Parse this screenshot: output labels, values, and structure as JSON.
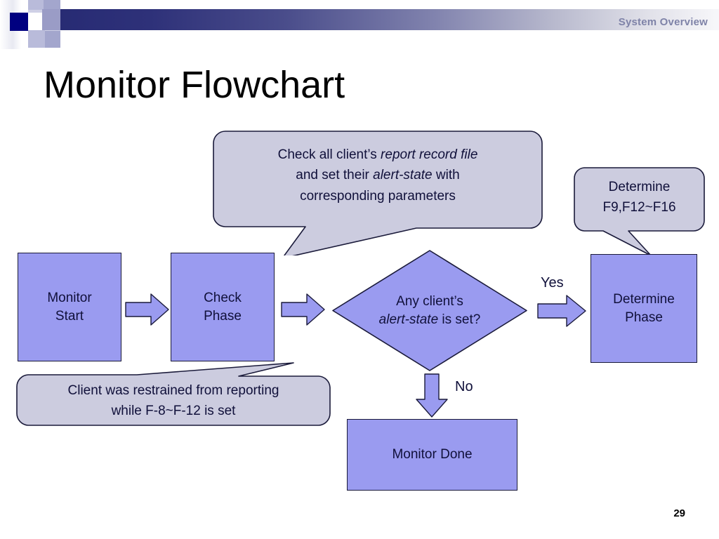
{
  "header": {
    "title": "System Overview",
    "accent_navy": "#000080",
    "accent_gradient_start": "#262a73",
    "accent_gradient_end": "#f7f7fa",
    "title_color": "#7f83a8"
  },
  "slide": {
    "title": "Monitor Flowchart",
    "page_number": "29",
    "node_fill": "#9a9bf0",
    "node_stroke": "#1a1a3a",
    "callout_fill": "#ccccdf",
    "callout_stroke": "#1a1a3a",
    "text_color": "#10103a"
  },
  "flow": {
    "nodes": [
      {
        "id": "monitor-start",
        "label": "Monitor\nStart",
        "shape": "rect"
      },
      {
        "id": "check-phase",
        "label": "Check\nPhase",
        "shape": "rect"
      },
      {
        "id": "decision",
        "label": "Any client’s\nalert-state is set?",
        "shape": "diamond"
      },
      {
        "id": "determine-phase",
        "label": "Determine\nPhase",
        "shape": "rect"
      },
      {
        "id": "monitor-done",
        "label": "Monitor Done",
        "shape": "rect"
      }
    ],
    "node_labels": {
      "monitor_start_line1": "Monitor",
      "monitor_start_line2": "Start",
      "check_phase_line1": "Check",
      "check_phase_line2": "Phase",
      "decision_line1": "Any client’s",
      "decision_line2_italic": "alert-state",
      "decision_line2_rest": " is set?",
      "determine_phase_line1": "Determine",
      "determine_phase_line2": "Phase",
      "monitor_done": "Monitor Done"
    },
    "branches": {
      "yes": "Yes",
      "no": "No"
    }
  },
  "callouts": {
    "check": {
      "line1_pre": "Check all client’s ",
      "line1_italic": "report record file",
      "line2_pre": "and set their ",
      "line2_italic": "alert-state",
      "line2_post": " with",
      "line3": "corresponding parameters"
    },
    "determine": {
      "line1": "Determine",
      "line2": "F9,F12~F16"
    },
    "restrained": {
      "line1": "Client was restrained from reporting",
      "line2": "while F-8~F-12 is set"
    }
  }
}
